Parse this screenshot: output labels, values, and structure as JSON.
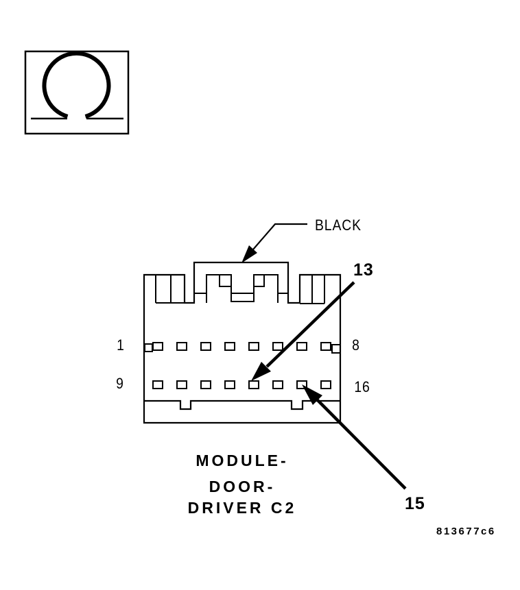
{
  "figure": {
    "symbol_box": {
      "symbol": "ohmmeter-omega-symbol"
    },
    "wire_color_label": "BLACK",
    "callouts": {
      "upper": "13",
      "lower": "15"
    },
    "pin_labels": {
      "top_left": "1",
      "top_right": "8",
      "bottom_left": "9",
      "bottom_right": "16"
    },
    "title_lines": [
      "MODULE-",
      "DOOR-",
      "DRIVER C2"
    ],
    "code": "813677c6",
    "pins_per_row": 8,
    "rows": 2,
    "colors": {
      "ink": "#000000",
      "background": "#ffffff"
    }
  }
}
